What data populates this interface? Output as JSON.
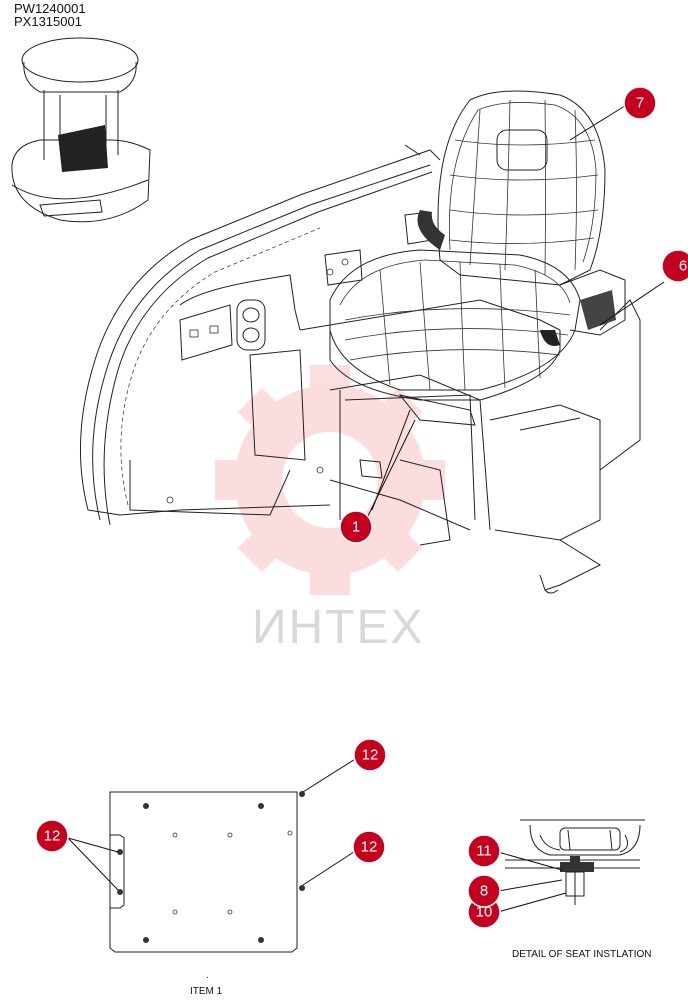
{
  "header": {
    "model_code_1": "PW1240001",
    "model_code_2": "PX1315001"
  },
  "watermark": {
    "text": "ИНТЕХ",
    "color": "#f2a0a0"
  },
  "callouts": {
    "c1": "1",
    "c6": "6",
    "c7": "7",
    "c12a": "12",
    "c12b": "12",
    "c12c": "12",
    "c11": "11",
    "c8": "8",
    "c10": "10"
  },
  "captions": {
    "detail": "DETAIL OF SEAT INSTLATION",
    "item_dot": ".",
    "item": "ITEM 1"
  },
  "colors": {
    "callout_fill": "#c4001e",
    "line": "#222222"
  }
}
